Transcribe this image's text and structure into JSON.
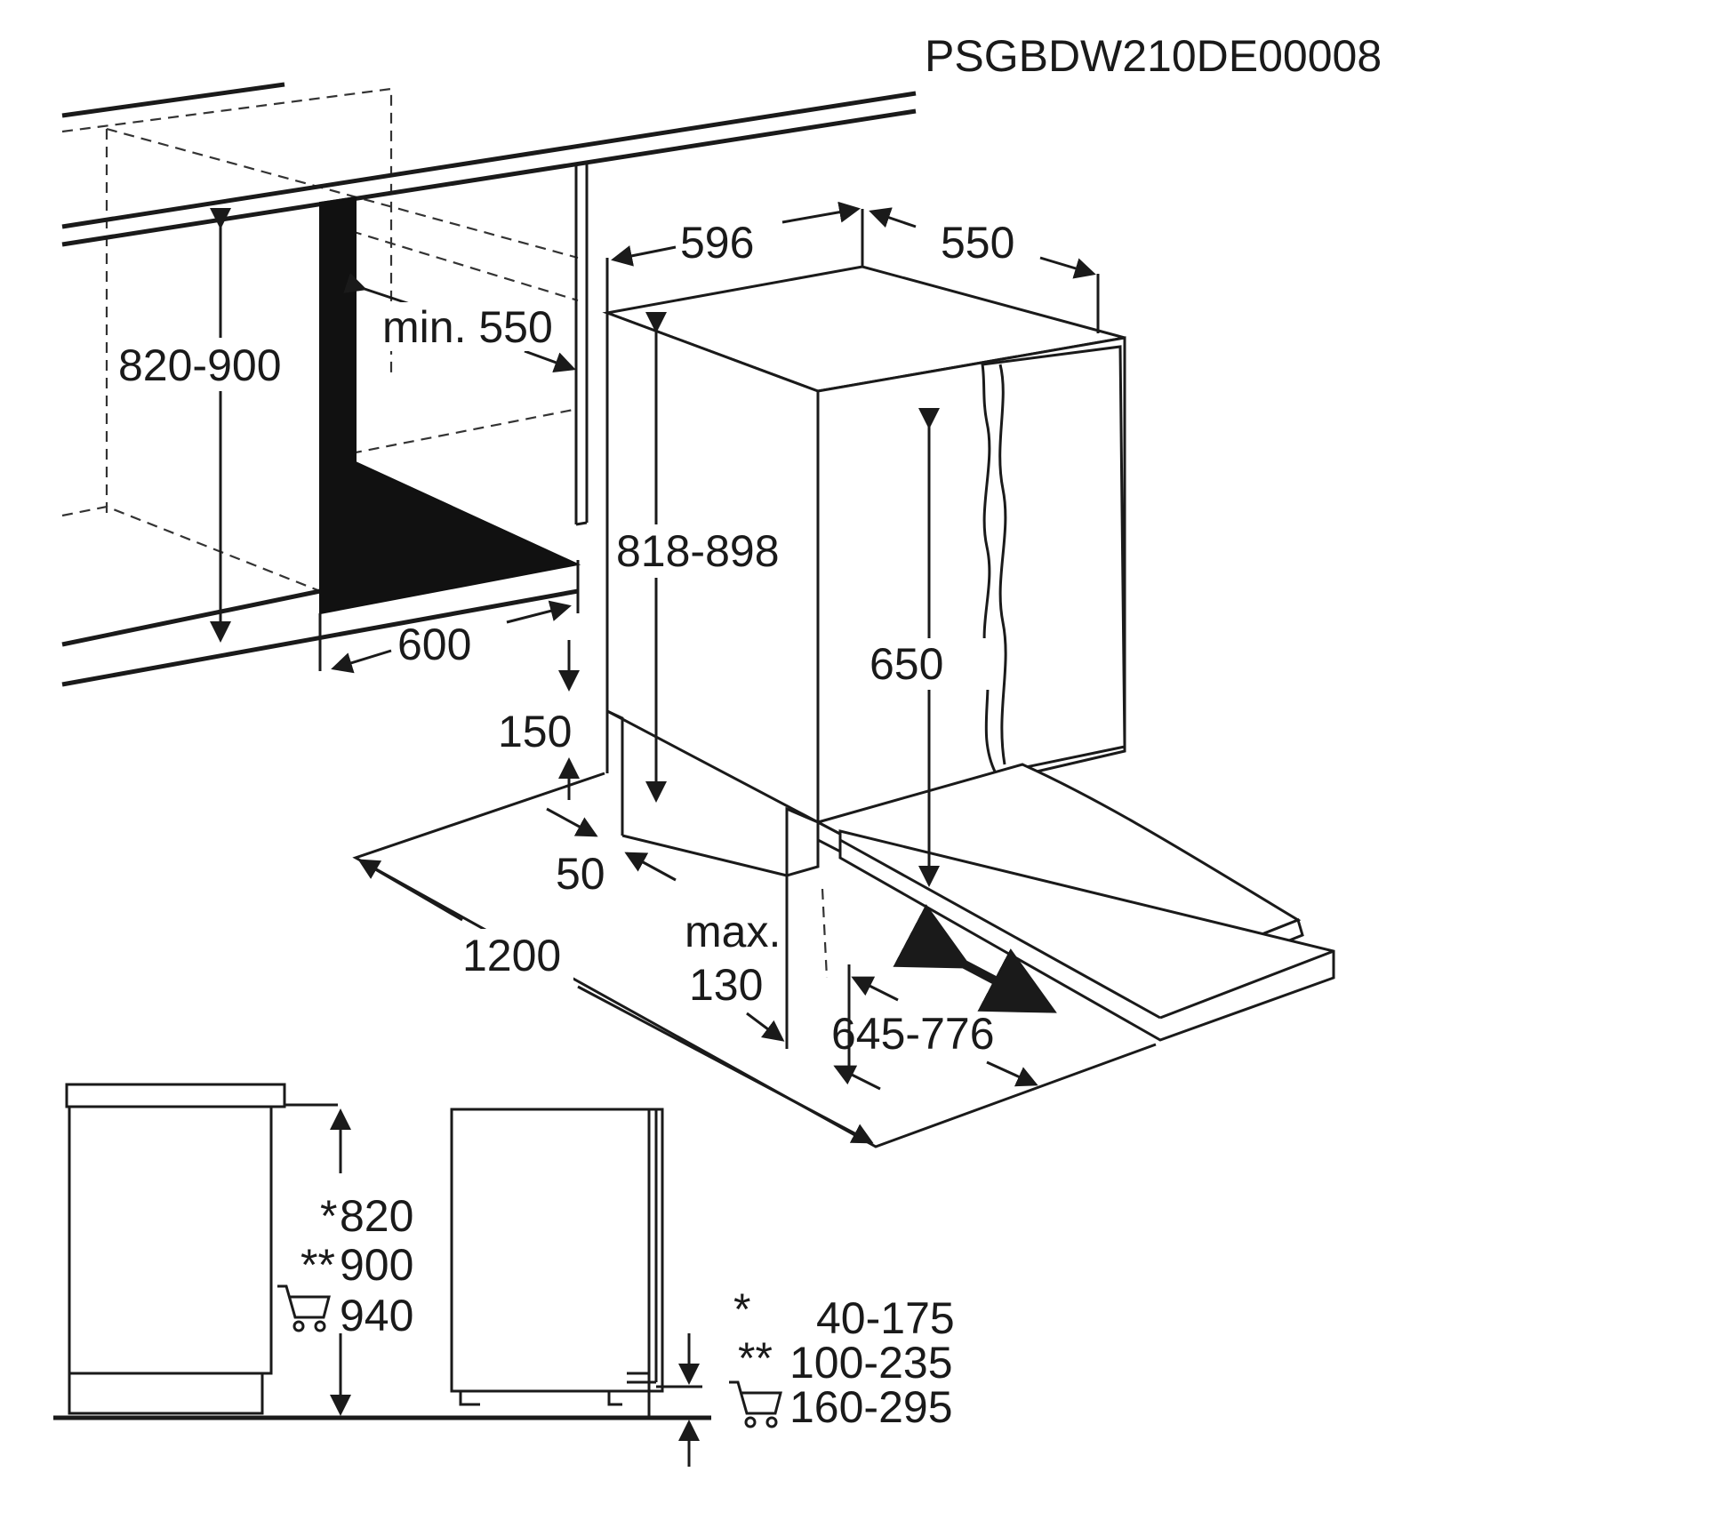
{
  "diagram": {
    "code": "PSGBDW210DE00008",
    "niche": {
      "height": "820-900",
      "depth_min": "min. 550",
      "width": "600"
    },
    "appliance": {
      "width": "596",
      "depth": "550",
      "height": "818-898",
      "door_height": "650",
      "plinth_height": "150",
      "plinth_offset": "50",
      "door_opening_depth": "1200",
      "max_label": "max.",
      "max_value": "130",
      "panel_range": "645-776"
    },
    "side_view": {
      "heights": [
        {
          "prefix": "*",
          "value": "820"
        },
        {
          "prefix": "**",
          "value": "900"
        },
        {
          "prefix": "cart",
          "value": "940"
        }
      ],
      "plinth_ranges": [
        {
          "prefix": "*",
          "value": "40-175"
        },
        {
          "prefix": "**",
          "value": "100-235"
        },
        {
          "prefix": "cart",
          "value": "160-295"
        }
      ]
    },
    "icons": [
      "shopping-cart-icon",
      "shopping-cart-icon"
    ],
    "colors": {
      "ink": "#1a1a1a",
      "background": "#ffffff",
      "niche_fill": "#111111"
    }
  }
}
